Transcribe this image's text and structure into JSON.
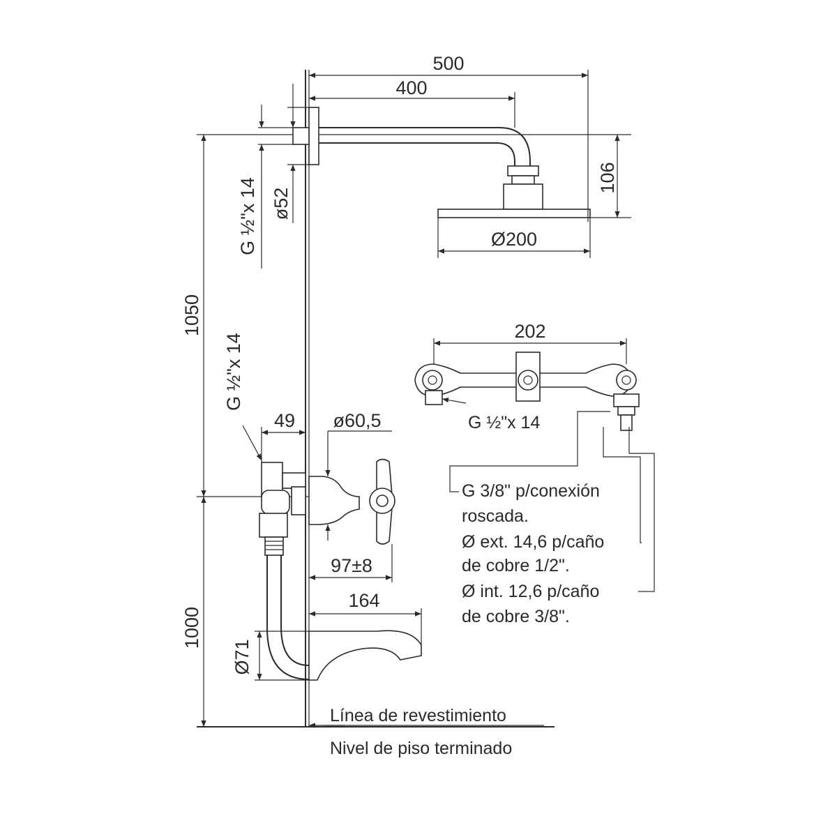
{
  "dimensions": {
    "arm_length_total": "500",
    "arm_length": "400",
    "arm_drop": "106",
    "head_diameter": "Ø200",
    "flange_diameter": "ø52",
    "thread_top": "G ½\"x 14",
    "height_shower": "1050",
    "thread_mixer": "G ½\"x 14",
    "mixer_offset": "49",
    "handle_diameter": "ø60,5",
    "handle_projection": "97±8",
    "spout_length": "164",
    "spout_diameter": "Ø71",
    "height_mixer": "1000",
    "mixer_width": "202",
    "thread_mixer_detail": "G ½\"x 14"
  },
  "notes": {
    "connection_lines": [
      "G 3/8\" p/conexión",
      "roscada.",
      "Ø ext. 14,6 p/caño",
      "de cobre 1/2\".",
      "Ø int. 12,6 p/caño",
      "de cobre 3/8\"."
    ],
    "wall_line": "Línea de revestimiento",
    "floor_level": "Nivel de piso terminado"
  }
}
